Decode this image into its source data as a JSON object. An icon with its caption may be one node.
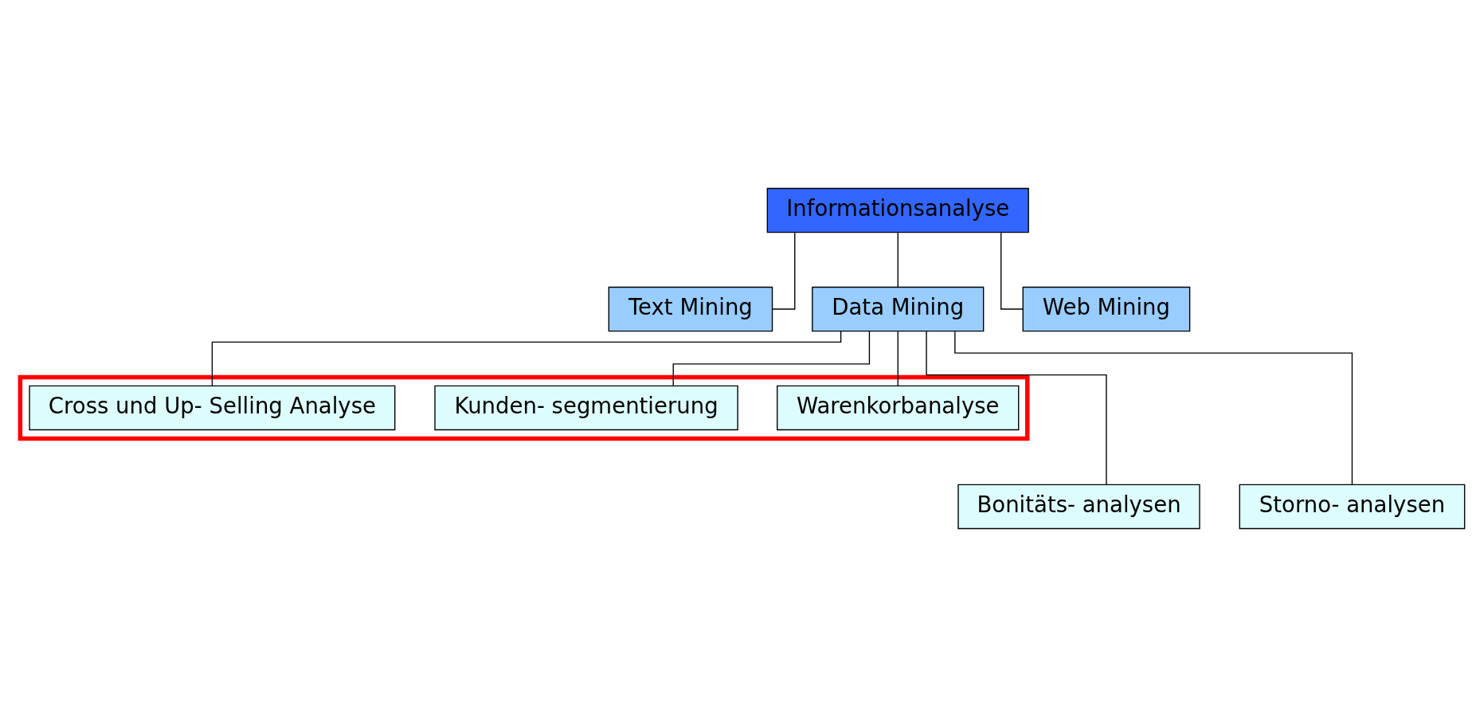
{
  "diagram": {
    "nodes": [
      {
        "text": [
          "Informationsanalyse"
        ]
      },
      {
        "text": [
          "Text Mining"
        ]
      },
      {
        "text": [
          "Data Mining"
        ]
      },
      {
        "text": [
          "Web Mining"
        ]
      },
      {
        "text": [],
        "shape": "box"
      },
      {
        "text": [
          "Warenkorbanalyse"
        ],
        "in": 4
      },
      {
        "text": [
          "Kunden- segmentierung"
        ],
        "in": 4
      },
      {
        "text": [
          "Cross und Up- Selling Analyse"
        ],
        "in": 4
      },
      {
        "text": [
          "Bonitäts- analysen"
        ]
      },
      {
        "text": [
          "Storno- analysen"
        ]
      }
    ],
    "edges": [
      {
        "from": 0,
        "to": 1,
        "arrow": "none"
      },
      {
        "from": 0,
        "to": 2,
        "arrow": "none"
      },
      {
        "from": 0,
        "to": 3,
        "arrow": "none"
      },
      {
        "from": 2,
        "to": 5,
        "arrow": "none"
      },
      {
        "from": 2,
        "to": 8,
        "arrow": "none"
      },
      {
        "from": 2,
        "to": 6,
        "arrow": "none"
      },
      {
        "from": 2,
        "to": 9,
        "arrow": "none"
      },
      {
        "from": 2,
        "to": 7,
        "arrow": "none"
      }
    ]
  }
}
